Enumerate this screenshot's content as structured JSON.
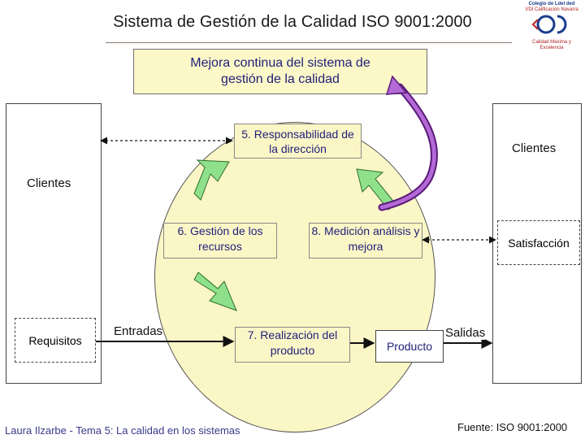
{
  "title": "Sistema de Gestión de la Calidad ISO 9001:2000",
  "mejora": "Mejora continua del sistema de gestión de la calidad",
  "responsabilidad": "5. Responsabilidad de la dirección",
  "gestion_recursos": "6. Gestión de los recursos",
  "medicion": "8. Medición análisis y mejora",
  "realizacion": "7. Realización del producto",
  "clientes_left": "Clientes",
  "clientes_right": "Clientes",
  "requisitos": "Requisitos",
  "satisfaccion": "Satisfacción",
  "entradas": "Entradas",
  "salidas": "Salidas",
  "producto": "Producto",
  "footer_left": "Laura Ilzarbe - Tema 5: La calidad en los sistemas",
  "footer_right": "Fuente: ISO 9001:2000",
  "logo": {
    "line1": "Colegio de Ldel ded",
    "line2": "VDI Calificación Navarra",
    "line3": "Calidad Máxima y Excelencia"
  },
  "colors": {
    "box_fill": "#fbf6c6",
    "arrow_green": "#8fe08a",
    "arrow_purple": "#7a2a9a",
    "text_navy": "#1f1f7a"
  }
}
